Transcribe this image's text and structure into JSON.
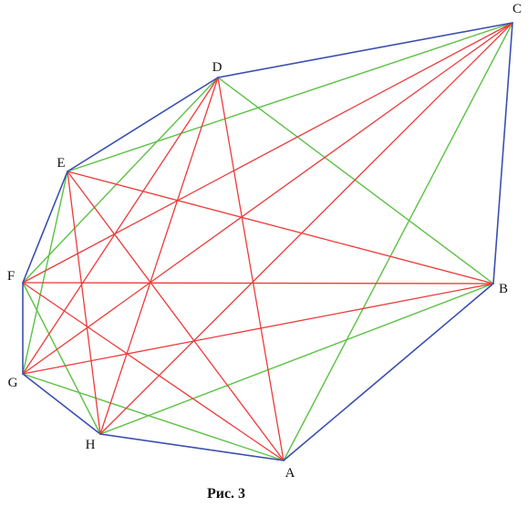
{
  "figure": {
    "caption": "Рис. 3",
    "colors": {
      "hull": "#3a4fb0",
      "green": "#5cc144",
      "red": "#ee3a3a",
      "text": "#111111",
      "background": "#ffffff"
    },
    "vertices": [
      {
        "id": "A",
        "label": "A"
      },
      {
        "id": "B",
        "label": "B"
      },
      {
        "id": "C",
        "label": "C"
      },
      {
        "id": "D",
        "label": "D"
      },
      {
        "id": "E",
        "label": "E"
      },
      {
        "id": "F",
        "label": "F"
      },
      {
        "id": "G",
        "label": "G"
      },
      {
        "id": "H",
        "label": "H"
      }
    ],
    "hull_edges": [
      [
        "A",
        "B"
      ],
      [
        "B",
        "C"
      ],
      [
        "C",
        "D"
      ],
      [
        "D",
        "E"
      ],
      [
        "E",
        "F"
      ],
      [
        "F",
        "G"
      ],
      [
        "G",
        "H"
      ],
      [
        "H",
        "A"
      ]
    ],
    "green_diagonals": [
      [
        "A",
        "C"
      ],
      [
        "B",
        "D"
      ],
      [
        "C",
        "E"
      ],
      [
        "D",
        "F"
      ],
      [
        "E",
        "G"
      ],
      [
        "F",
        "H"
      ],
      [
        "G",
        "A"
      ],
      [
        "H",
        "B"
      ]
    ],
    "red_diagonals": [
      [
        "A",
        "D"
      ],
      [
        "A",
        "E"
      ],
      [
        "A",
        "F"
      ],
      [
        "B",
        "E"
      ],
      [
        "B",
        "F"
      ],
      [
        "B",
        "G"
      ],
      [
        "C",
        "F"
      ],
      [
        "C",
        "G"
      ],
      [
        "C",
        "H"
      ],
      [
        "D",
        "G"
      ],
      [
        "D",
        "H"
      ],
      [
        "E",
        "H"
      ]
    ]
  }
}
